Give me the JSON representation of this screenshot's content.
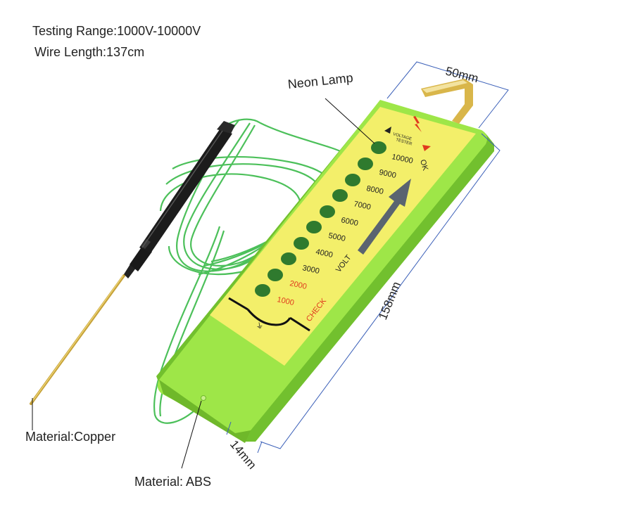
{
  "specs": {
    "testing_range": "Testing Range:1000V-10000V",
    "wire_length": "Wire Length:137cm"
  },
  "callouts": {
    "neon_lamp": "Neon Lamp",
    "material_copper": "Material:Copper",
    "material_abs": "Material: ABS"
  },
  "dimensions": {
    "width": "50mm",
    "length": "158mm",
    "thickness": "14mm"
  },
  "panel": {
    "header_line1": "VOLTAGE",
    "header_line2": "TESTER",
    "ok": "OK",
    "volt": "VOLT",
    "check": "CHECK",
    "ground_symbol": "⏚",
    "voltage_levels": [
      "10000",
      "9000",
      "8000",
      "7000",
      "6000",
      "5000",
      "4000",
      "3000",
      "2000",
      "1000"
    ],
    "red_levels": [
      "2000",
      "1000"
    ]
  },
  "colors": {
    "body_green": "#9ee648",
    "panel_yellow": "#f3ef6a",
    "wire_green": "#4cc05a",
    "lamp_green": "#2f7a2e",
    "arrow_gray": "#5a6470",
    "accent_red": "#e03a1e",
    "dimension_blue": "#3a5fb8"
  }
}
